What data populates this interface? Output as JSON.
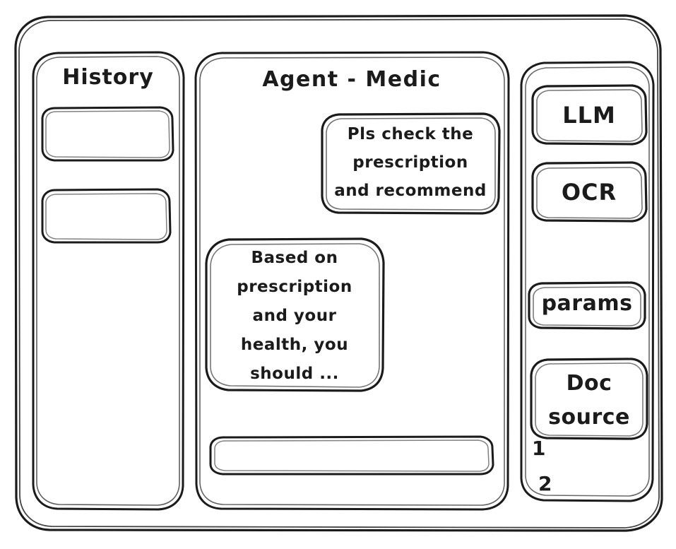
{
  "style": {
    "ink_color": "#1b1b1b",
    "background_color": "#ffffff",
    "look": "hand-drawn-wireframe"
  },
  "window": {
    "name": "agent-medic-wireframe"
  },
  "history_panel": {
    "title": "History",
    "items": [
      {
        "label": ""
      },
      {
        "label": ""
      }
    ]
  },
  "agent_panel": {
    "title": "Agent - Medic",
    "messages": [
      {
        "role": "user",
        "text": "Pls check the\nprescription\nand recommend"
      },
      {
        "role": "assistant",
        "text": "Based on\nprescription\nand your\nhealth, you\nshould ..."
      }
    ],
    "composer": {
      "value": "",
      "placeholder": ""
    }
  },
  "tools_panel": {
    "buttons": [
      {
        "label": "LLM"
      },
      {
        "label": "OCR"
      },
      {
        "label": "params"
      },
      {
        "label": "Doc\nsource"
      }
    ],
    "doc_sources": [
      {
        "label": "1"
      },
      {
        "label": "2"
      }
    ]
  }
}
